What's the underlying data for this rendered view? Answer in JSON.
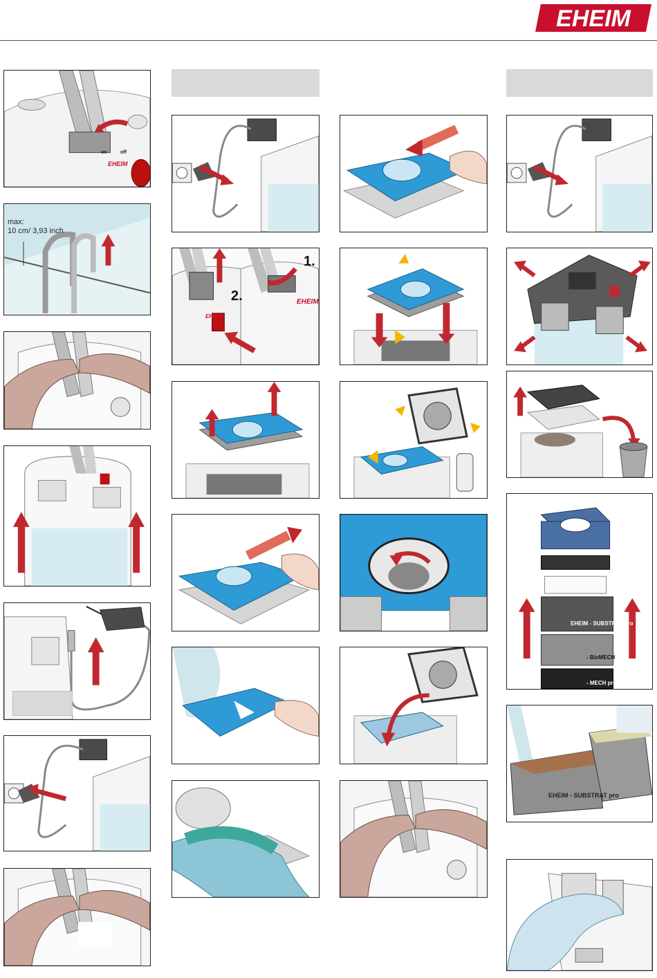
{
  "brand": {
    "name": "EHEIM",
    "color": "#c8102e"
  },
  "colors": {
    "blue": "#2e9bd6",
    "gray": "#b9b9b9",
    "dark": "#555555",
    "arrow": "#c0282d",
    "yellow": "#f5b400",
    "header": "#d9d9d9"
  },
  "panels": {
    "max_label_line1": "max:",
    "max_label_line2": "10 cm/ 3,93 inch",
    "step_1": "1.",
    "step_2": "2.",
    "device_brand": "EHEIM",
    "cartridge_substrat": "EHEIM - SUBSTRAT pro",
    "cartridge_substrat_short": "- SUBSTRAT pro",
    "cartridge_bio": "- BioMECH",
    "cartridge_mech": "- MECH pro",
    "switch_on": "on",
    "switch_off": "off"
  },
  "icons": [
    "plug-icon",
    "arrow-icon",
    "hand-icon",
    "filter-canister-icon",
    "sponge-icon"
  ]
}
